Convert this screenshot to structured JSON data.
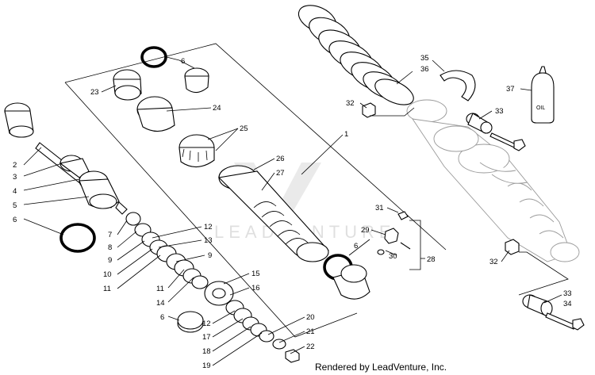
{
  "footer": "Rendered by LeadVenture, Inc.",
  "watermark": "LEADVENTURE",
  "oil_label": "OIL",
  "callouts": {
    "c1": "1",
    "c2": "2",
    "c3": "3",
    "c4": "4",
    "c5": "5",
    "c6a": "6",
    "c6b": "6",
    "c6c": "6",
    "c6d": "6",
    "c7": "7",
    "c8": "8",
    "c9a": "9",
    "c9b": "9",
    "c10": "10",
    "c11a": "11",
    "c11b": "11",
    "c12a": "12",
    "c12b": "12",
    "c13": "13",
    "c14": "14",
    "c15": "15",
    "c16": "16",
    "c17": "17",
    "c18": "18",
    "c19": "19",
    "c20": "20",
    "c21": "21",
    "c22": "22",
    "c23": "23",
    "c24": "24",
    "c25": "25",
    "c26": "26",
    "c27": "27",
    "c28": "28",
    "c29": "29",
    "c30": "30",
    "c31": "31",
    "c32a": "32",
    "c32b": "32",
    "c33a": "33",
    "c33b": "33",
    "c34": "34",
    "c35": "35",
    "c36": "36",
    "c37": "37"
  }
}
